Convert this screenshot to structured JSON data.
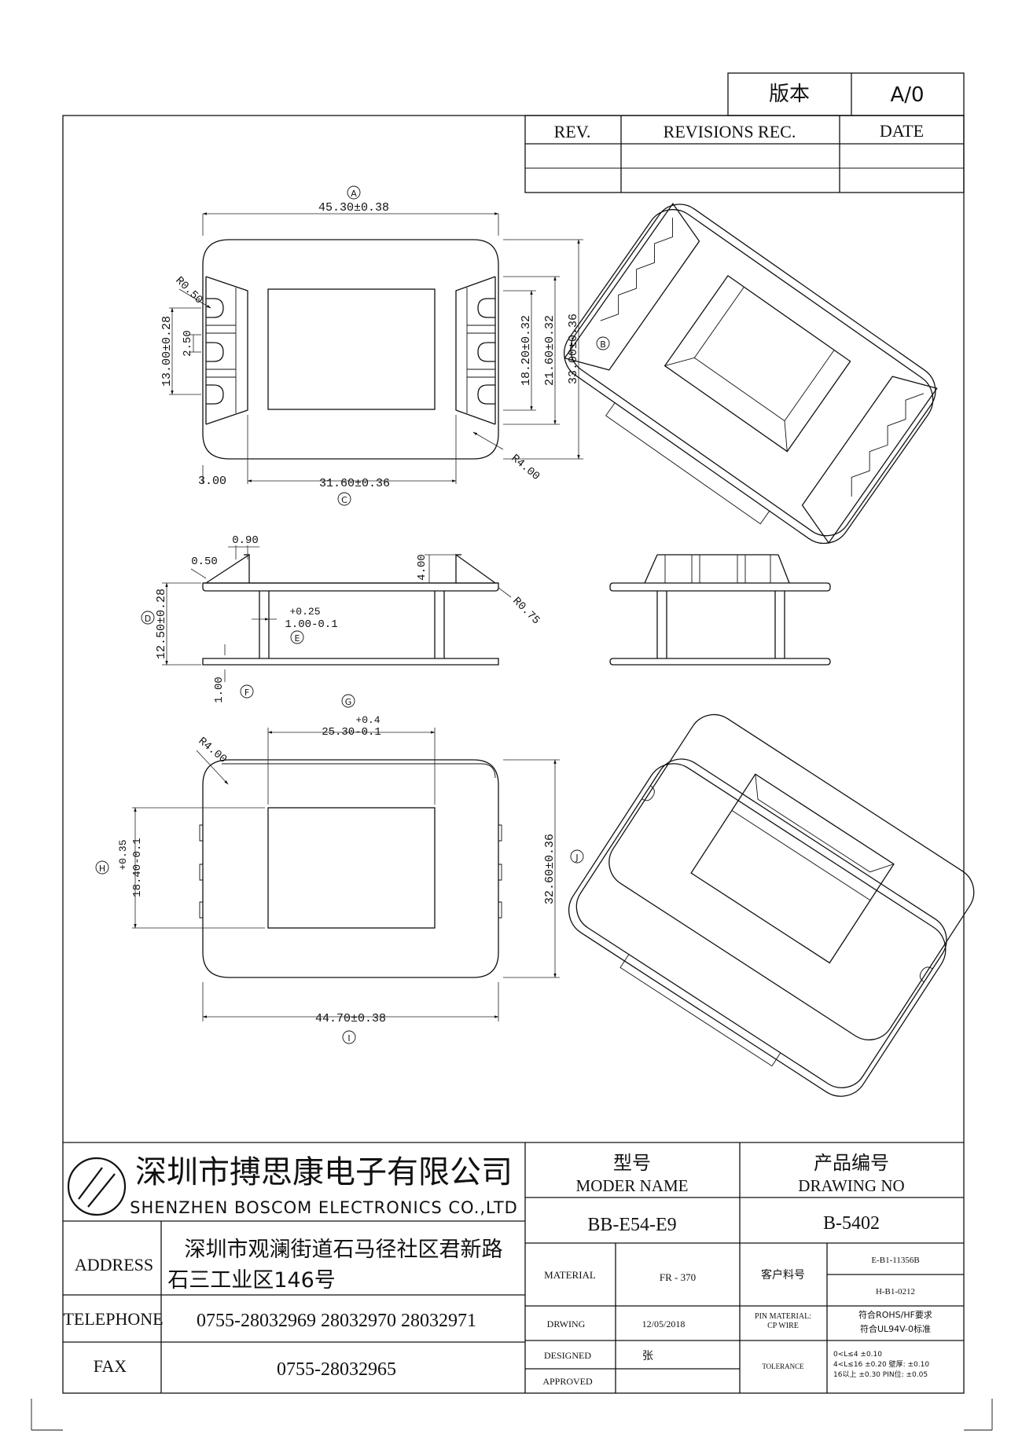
{
  "version_box": {
    "label": "版本",
    "value": "A/0"
  },
  "revision_table": {
    "rev_header": "REV.",
    "rec_header": "REVISIONS REC.",
    "date_header": "DATE"
  },
  "top_view": {
    "width": "45.30±0.38",
    "height_total": "33.00±0.36",
    "slot_span": "21.60±0.32",
    "slot_inner": "18.20±0.32",
    "left_block": "13.00±0.28",
    "pitch": "2.50",
    "corner_small": "R0.50",
    "corner_outer": "R4.00",
    "flange_inset": "3.00",
    "inner_width": "31.60±0.36"
  },
  "side_view": {
    "top_w": "0.90",
    "top_lip": "0.50",
    "wall_h": "4.00",
    "height": "12.50±0.28",
    "wall_t_tol": "+0.25",
    "wall_t": "1.00-0.1",
    "bottom_t": "1.00",
    "radius": "R0.75"
  },
  "bottom_view": {
    "corner": "R4.00",
    "window_w_tol": "+0.4",
    "window_w": "25.30-0.1",
    "window_h_tol": "+0.35",
    "window_h": "18.40-0.1",
    "height": "32.60±0.36",
    "width": "44.70±0.38"
  },
  "callouts": [
    "A",
    "B",
    "C",
    "D",
    "E",
    "F",
    "G",
    "H",
    "I",
    "J"
  ],
  "title_block": {
    "company_cn": "深圳市搏思康电子有限公司",
    "company_en": "SHENZHEN BOSCOM ELECTRONICS CO.,LTD",
    "address_label": "ADDRESS",
    "address_line1": "深圳市观澜街道石马径社区君新路",
    "address_line2": "石三工业区146号",
    "telephone_label": "TELEPHONE",
    "telephone": "0755-28032969 28032970 28032971",
    "fax_label": "FAX",
    "fax": "0755-28032965",
    "model_cn": "型号",
    "model_en": "MODER NAME",
    "model_value": "BB-E54-E9",
    "drawing_cn": "产品编号",
    "drawing_en": "DRAWING NO",
    "drawing_value": "B-5402",
    "material_label": "MATERIAL",
    "material_value": "FR - 370",
    "customer_label": "客户料号",
    "customer_code1": "E-B1-11356B",
    "customer_code2": "H-B1-0212",
    "drwing_label": "DRWING",
    "drwing_date": "12/05/2018",
    "pin_label1": "PIN MATERIAL:",
    "pin_label2": "CP WIRE",
    "pin_note1": "符合ROHS/HF要求",
    "pin_note2": "符合UL94V-0标准",
    "designed_label": "DESIGNED",
    "designed_value": "张",
    "approved_label": "APPROVED",
    "tolerance_label": "TOLERANCE",
    "tol_line1": "0<L≤4  ±0.10",
    "tol_line2": "4<L≤16  ±0.20   壁厚: ±0.10",
    "tol_line3": "16以上   ±0.30  PIN位: ±0.05"
  }
}
